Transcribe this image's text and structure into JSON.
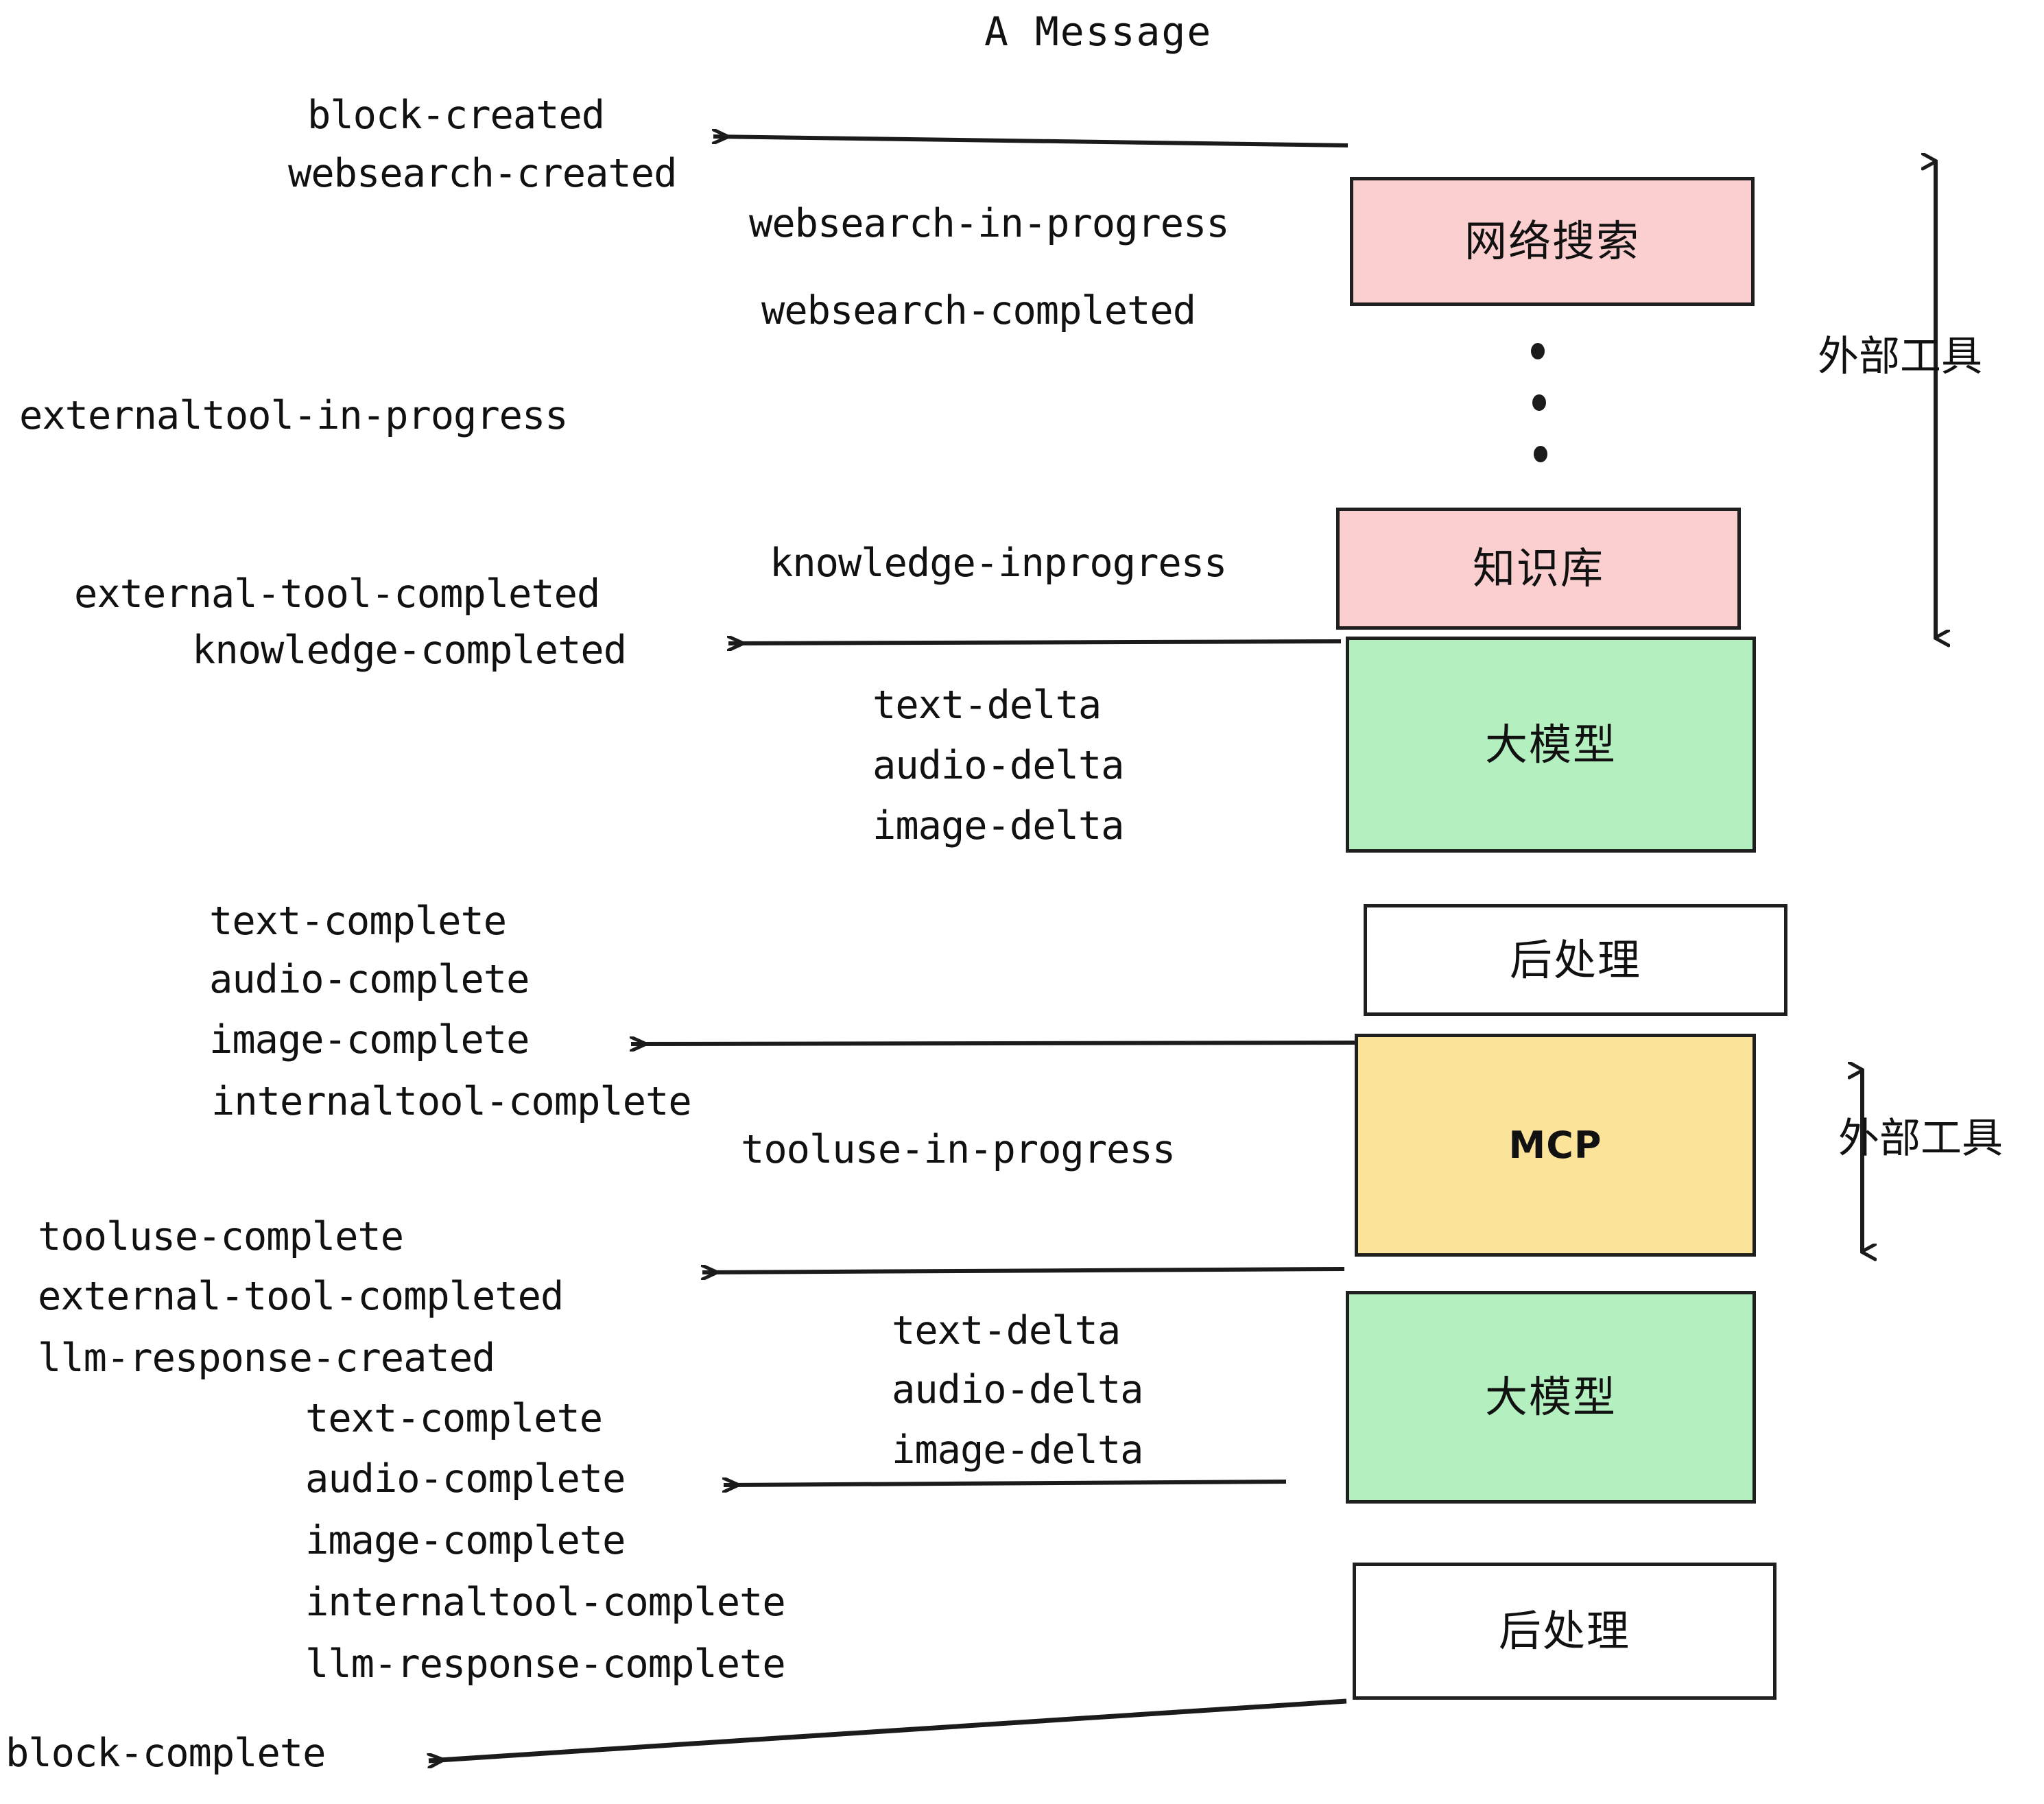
{
  "title": "A Message",
  "colors": {
    "pink": "#fbcfcf",
    "green": "#b4efc0",
    "yellow": "#fbe49a",
    "white": "#ffffff",
    "stroke": "#1f1f1f",
    "text": "#111111",
    "background": "#ffffff"
  },
  "nodes": [
    {
      "id": "websearch",
      "label": "网络搜索",
      "fill": "pink",
      "script": "cjk"
    },
    {
      "id": "knowledgebase",
      "label": "知识库",
      "fill": "pink",
      "script": "cjk"
    },
    {
      "id": "llm-1",
      "label": "大模型",
      "fill": "green",
      "script": "cjk"
    },
    {
      "id": "postprocess-1",
      "label": "后处理",
      "fill": "white",
      "script": "cjk"
    },
    {
      "id": "mcp",
      "label": "MCP",
      "fill": "yellow",
      "script": "latin"
    },
    {
      "id": "llm-2",
      "label": "大模型",
      "fill": "green",
      "script": "cjk"
    },
    {
      "id": "postprocess-2",
      "label": "后处理",
      "fill": "white",
      "script": "cjk"
    }
  ],
  "side_annotations": [
    {
      "id": "external-tools-top",
      "label": "外部工具"
    },
    {
      "id": "external-tools-bottom",
      "label": "外部工具"
    }
  ],
  "events": [
    {
      "id": "block-created",
      "text": "block-created"
    },
    {
      "id": "websearch-created",
      "text": "websearch-created"
    },
    {
      "id": "websearch-in-progress",
      "text": "websearch-in-progress"
    },
    {
      "id": "websearch-completed",
      "text": "websearch-completed"
    },
    {
      "id": "externaltool-in-progress",
      "text": "externaltool-in-progress"
    },
    {
      "id": "knowledge-inprogress",
      "text": "knowledge-inprogress"
    },
    {
      "id": "external-tool-completed-1",
      "text": "external-tool-completed"
    },
    {
      "id": "knowledge-completed",
      "text": "knowledge-completed"
    },
    {
      "id": "text-delta-1",
      "text": "text-delta"
    },
    {
      "id": "audio-delta-1",
      "text": "audio-delta"
    },
    {
      "id": "image-delta-1",
      "text": "image-delta"
    },
    {
      "id": "text-complete-1",
      "text": "text-complete"
    },
    {
      "id": "audio-complete-1",
      "text": "audio-complete"
    },
    {
      "id": "image-complete-1",
      "text": "image-complete"
    },
    {
      "id": "internaltool-complete-1",
      "text": "internaltool-complete"
    },
    {
      "id": "tooluse-in-progress",
      "text": "tooluse-in-progress"
    },
    {
      "id": "tooluse-complete",
      "text": "tooluse-complete"
    },
    {
      "id": "external-tool-completed-2",
      "text": "external-tool-completed"
    },
    {
      "id": "llm-response-created",
      "text": "llm-response-created"
    },
    {
      "id": "text-delta-2",
      "text": "text-delta"
    },
    {
      "id": "audio-delta-2",
      "text": "audio-delta"
    },
    {
      "id": "image-delta-2",
      "text": "image-delta"
    },
    {
      "id": "text-complete-2",
      "text": "text-complete"
    },
    {
      "id": "audio-complete-2",
      "text": "audio-complete"
    },
    {
      "id": "image-complete-2",
      "text": "image-complete"
    },
    {
      "id": "internaltool-complete-2",
      "text": "internaltool-complete"
    },
    {
      "id": "llm-response-complete",
      "text": "llm-response-complete"
    },
    {
      "id": "block-complete",
      "text": "block-complete"
    }
  ]
}
